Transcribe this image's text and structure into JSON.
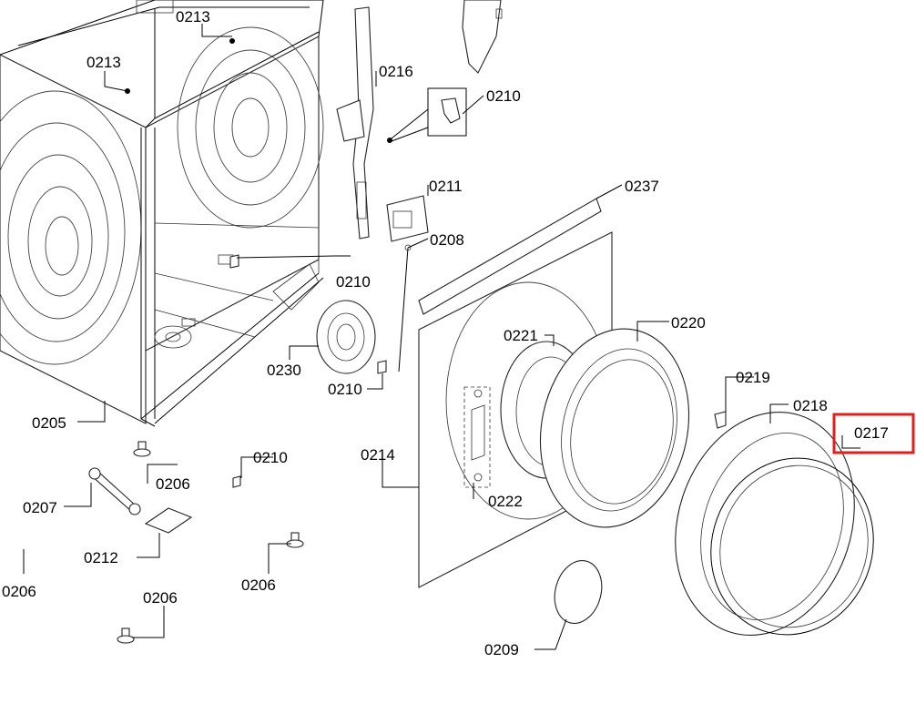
{
  "diagram": {
    "highlight_color": "#e0201b",
    "labels": {
      "l0213a": "0213",
      "l0213b": "0213",
      "l0216": "0216",
      "l0210a": "0210",
      "l0211": "0211",
      "l0237": "0237",
      "l0208": "0208",
      "l0210b": "0210",
      "l0230": "0230",
      "l0210c": "0210",
      "l0221": "0221",
      "l0220": "0220",
      "l0219": "0219",
      "l0218": "0218",
      "l0217": "0217",
      "l0205": "0205",
      "l0214": "0214",
      "l0206a": "0206",
      "l0210d": "0210",
      "l0207": "0207",
      "l0222": "0222",
      "l0212": "0212",
      "l0206b": "0206",
      "l0206c": "0206",
      "l0206d": "0206",
      "l0209": "0209"
    }
  }
}
